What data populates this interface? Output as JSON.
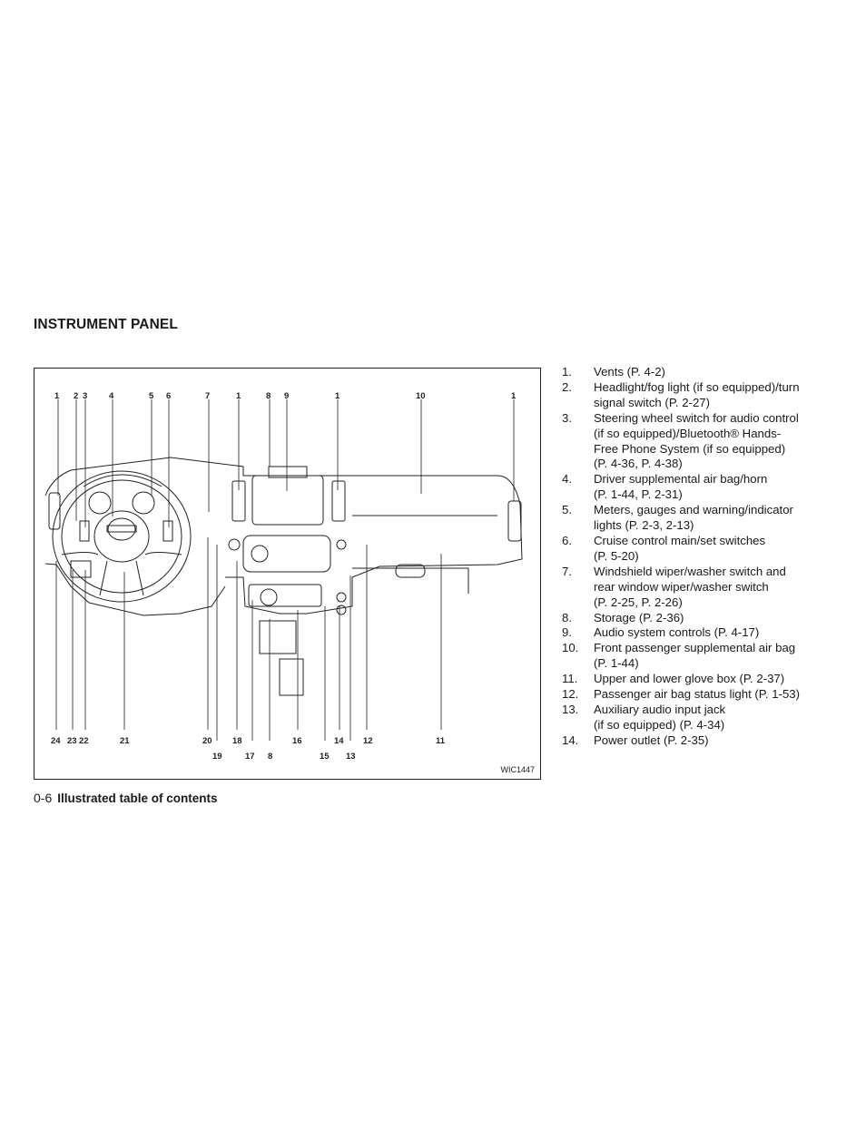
{
  "section_title": "INSTRUMENT PANEL",
  "figure": {
    "code": "WIC1447",
    "top_labels": [
      "1",
      "2",
      "3",
      "4",
      "5",
      "6",
      "7",
      "1",
      "8",
      "9",
      "1",
      "10",
      "1"
    ],
    "bottom_labels_row1": [
      "24",
      "23",
      "22",
      "21",
      "20",
      "18",
      "16",
      "14",
      "12",
      "11"
    ],
    "bottom_labels_row2": [
      "19",
      "17",
      "8",
      "15",
      "13"
    ]
  },
  "items": [
    {
      "num": "1.",
      "text": "Vents (P. 4-2)"
    },
    {
      "num": "2.",
      "text": "Headlight/fog light (if so equipped)/turn\nsignal switch (P. 2-27)"
    },
    {
      "num": "3.",
      "text": "Steering wheel switch for audio control\n(if so equipped)/Bluetooth® Hands-\nFree Phone System (if so equipped)\n(P. 4-36, P. 4-38)"
    },
    {
      "num": "4.",
      "text": "Driver supplemental air bag/horn\n(P. 1-44, P. 2-31)"
    },
    {
      "num": "5.",
      "text": "Meters, gauges and warning/indicator\nlights (P. 2-3, 2-13)"
    },
    {
      "num": "6.",
      "text": "Cruise control main/set switches\n(P. 5-20)"
    },
    {
      "num": "7.",
      "text": "Windshield wiper/washer switch and\nrear window wiper/washer switch\n(P. 2-25, P. 2-26)"
    },
    {
      "num": "8.",
      "text": "Storage (P. 2-36)"
    },
    {
      "num": "9.",
      "text": "Audio system controls (P. 4-17)"
    },
    {
      "num": "10.",
      "text": "Front passenger supplemental air bag\n(P. 1-44)"
    },
    {
      "num": "11.",
      "text": "Upper and lower glove box (P. 2-37)"
    },
    {
      "num": "12.",
      "text": "Passenger air bag status light (P. 1-53)"
    },
    {
      "num": "13.",
      "text": "Auxiliary audio input jack\n(if so equipped) (P. 4-34)"
    },
    {
      "num": "14.",
      "text": "Power outlet (P. 2-35)"
    }
  ],
  "footer": {
    "page": "0-6",
    "title": "Illustrated table of contents"
  }
}
